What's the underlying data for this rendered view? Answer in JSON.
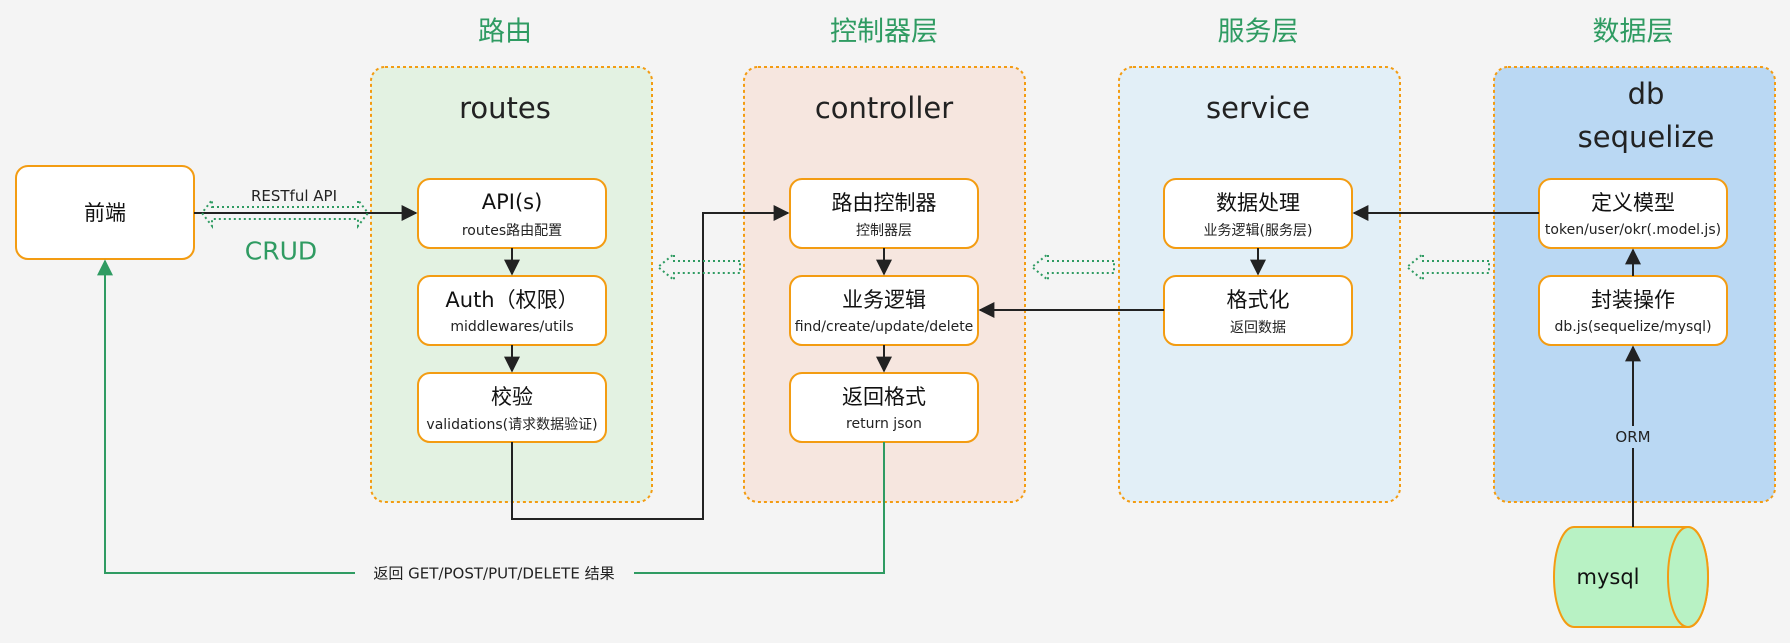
{
  "headers": {
    "routes": "路由",
    "controller": "控制器层",
    "service": "服务层",
    "data": "数据层"
  },
  "frontend": {
    "label": "前端"
  },
  "routes": {
    "title": "routes",
    "boxes": [
      {
        "main": "API(s)",
        "sub": "routes路由配置"
      },
      {
        "main": "Auth（权限）",
        "sub": "middlewares/utils"
      },
      {
        "main": "校验",
        "sub": "validations(请求数据验证)"
      }
    ]
  },
  "controller": {
    "title": "controller",
    "boxes": [
      {
        "main": "路由控制器",
        "sub": "控制器层"
      },
      {
        "main": "业务逻辑",
        "sub": "find/create/update/delete"
      },
      {
        "main": "返回格式",
        "sub": "return json"
      }
    ]
  },
  "service": {
    "title": "service",
    "boxes": [
      {
        "main": "数据处理",
        "sub": "业务逻辑(服务层)"
      },
      {
        "main": "格式化",
        "sub": "返回数据"
      }
    ]
  },
  "db": {
    "title_line1": "db",
    "title_line2": "sequelize",
    "boxes": [
      {
        "main": "定义模型",
        "sub": "token/user/okr(.model.js)"
      },
      {
        "main": "封装操作",
        "sub": "db.js(sequelize/mysql)"
      }
    ]
  },
  "labels": {
    "restful": "RESTful API",
    "crud": "CRUD",
    "return_result": "返回 GET/POST/PUT/DELETE 结果",
    "orm": "ORM"
  },
  "mysql": {
    "label": "mysql"
  },
  "colors": {
    "header_green": "#2f9b62",
    "box_orange": "#f39c12",
    "routes_panel": "#e3f2e2",
    "controller_panel": "#f6e6df",
    "service_panel": "#e2eff7",
    "db_panel": "#bad8f3",
    "mysql_fill": "#b8f2c4"
  }
}
